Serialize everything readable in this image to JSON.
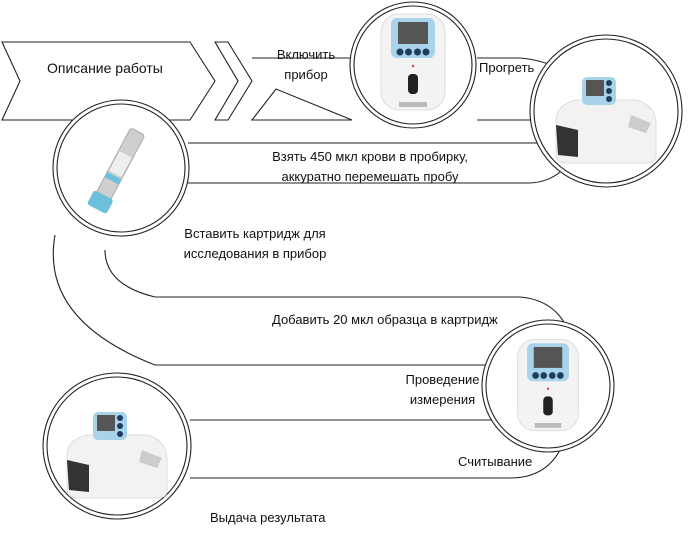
{
  "title_chevron": "Описание работы",
  "steps": [
    {
      "id": "turn-on",
      "line1": "Включить",
      "line2": "прибор"
    },
    {
      "id": "warm-up",
      "line1": "Прогреть"
    },
    {
      "id": "take-blood",
      "line1": "Взять 450 мкл крови в пробирку,",
      "line2": "аккуратно перемешать пробу"
    },
    {
      "id": "insert-cartridge",
      "line1": "Вставить картридж для",
      "line2": "исследования в прибор"
    },
    {
      "id": "add-sample",
      "line1": "Добавить 20 мкл образца в картридж"
    },
    {
      "id": "measure",
      "line1": "Проведение",
      "line2": "измерения"
    },
    {
      "id": "read",
      "line1": "Считывание"
    },
    {
      "id": "result",
      "line1": "Выдача результата"
    }
  ],
  "colors": {
    "line": "#222222",
    "device_blue": "#a9d3ea",
    "screen": "#555555",
    "button": "#1e3d5c",
    "tube_cap": "#6cc0dc"
  }
}
